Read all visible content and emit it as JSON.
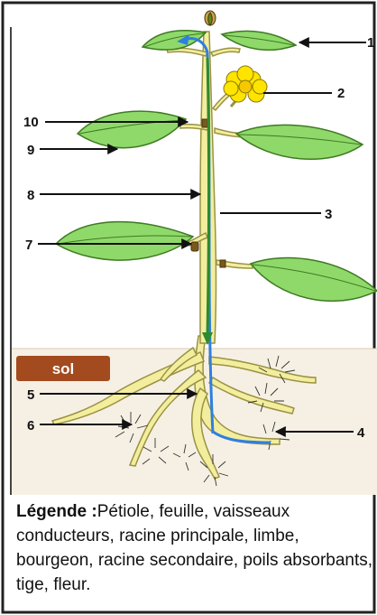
{
  "labels": {
    "n1": "1",
    "n2": "2",
    "n3": "3",
    "n4": "4",
    "n5": "5",
    "n6": "6",
    "n7": "7",
    "n8": "8",
    "n9": "9",
    "n10": "10"
  },
  "soil_label": "sol",
  "legend": {
    "title": "Légende :",
    "text": "Pétiole, feuille, vaisseaux conducteurs, racine principale, limbe, bourgeon, racine secondaire, poils absorbants, tige, fleur."
  },
  "colors": {
    "leaf": "#8fd96a",
    "leaf_outline": "#3e7a22",
    "stem": "#f3ee9e",
    "stem_outline": "#9a9244",
    "xylem_arrow": "#2f7fe0",
    "phloem_arrow": "#2e8a2e",
    "flower": "#ffe400",
    "soil": "#f6f0e4",
    "soil_tag": "#a34a1e"
  }
}
